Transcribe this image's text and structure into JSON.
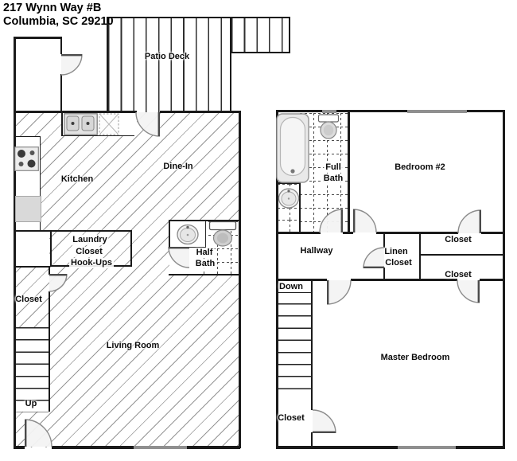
{
  "title": {
    "address_line1": "217 Wynn Way #B",
    "address_line2": "Columbia, SC 29210"
  },
  "first_floor": {
    "patio_deck": "Patio Deck",
    "kitchen": "Kitchen",
    "dine_in": "Dine-In",
    "laundry": {
      "line1": "Laundry",
      "line2": "Closet",
      "line3": "Hook-Ups"
    },
    "half_bath": {
      "line1": "Half",
      "line2": "Bath"
    },
    "closet": "Closet",
    "living_room": "Living Room",
    "stairs": "Up"
  },
  "second_floor": {
    "full_bath": {
      "line1": "Full",
      "line2": "Bath"
    },
    "bedroom_2": "Bedroom #2",
    "hallway": "Hallway",
    "linen_closet": {
      "line1": "Linen",
      "line2": "Closet"
    },
    "bedroom_2_closet": "Closet",
    "master_closet_upper": "Closet",
    "stairs": "Down",
    "master_bedroom": "Master Bedroom",
    "master_closet_lower": "Closet"
  },
  "colors": {
    "wall": "#1a1a1a",
    "window": "#8f8f8f",
    "hatch_line": "#5a5a5a",
    "tile_line": "#4a4a4a",
    "door_leaf": "#4a4a4a",
    "door_arc": "#8c8c8c"
  }
}
